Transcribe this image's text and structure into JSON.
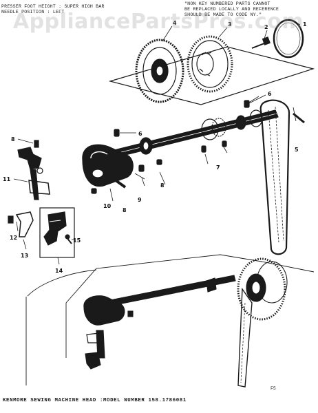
{
  "notes": {
    "top_left": [
      "PRESSER FOOT HEIGHT : SUPER HIGH BAR",
      "NEEDLE POSITION : LEFT"
    ],
    "top_right": [
      "\"NON KEY NUMBERED PARTS CANNOT",
      "BE REPLACED LOCALLY AND REFERENCE",
      "SHOULD BE MADE TO CODE NY.\""
    ]
  },
  "watermark": "AppliancePartsPros.com",
  "caption": "KENMORE SEWING MACHINE HEAD :MODEL NUMBER 158.1786081",
  "corner_mark": "F5",
  "callouts": {
    "c1": "1",
    "c2": "2",
    "c3": "3",
    "c4": "4",
    "c5": "5",
    "c6a": "6",
    "c6b": "6",
    "c7": "7",
    "c8a": "8",
    "c8b": "8",
    "c8c": "8",
    "c9": "9",
    "c10": "10",
    "c11": "11",
    "c12": "12",
    "c13": "13",
    "c14": "14",
    "c15": "15"
  },
  "colors": {
    "ink": "#1a1a1a",
    "paper": "#ffffff",
    "watermark": "#969696"
  }
}
